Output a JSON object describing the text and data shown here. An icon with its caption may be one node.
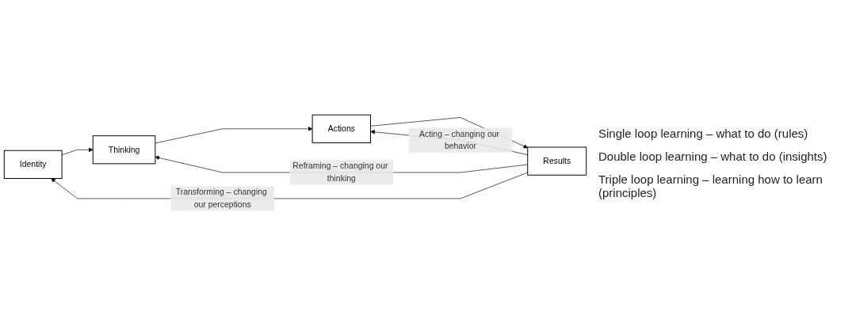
{
  "diagram": {
    "nodes": [
      {
        "text": [
          "Identity"
        ]
      },
      {
        "text": [
          "Thinking"
        ]
      },
      {
        "text": [
          "Actions"
        ]
      },
      {
        "text": [
          "Results"
        ]
      }
    ],
    "edges": [
      {
        "from": 0,
        "to": 1,
        "arrow": "to"
      },
      {
        "from": 1,
        "to": 2,
        "arrow": "to"
      },
      {
        "from": 2,
        "to": 3,
        "arrow": "to"
      },
      {
        "from": 3,
        "to": 2,
        "arrow": "to",
        "label": "Acting – changing our behavior"
      },
      {
        "from": 3,
        "to": 1,
        "arrow": "to",
        "label": "Reframing – changing our thinking"
      },
      {
        "from": 3,
        "to": 0,
        "arrow": "to",
        "label": "Transforming – changing our perceptions"
      }
    ],
    "labels": [
      "Single loop learning – what to do (rules)",
      "Double loop learning – what to do (insights)",
      "Triple loop learning – learning how to learn (principles)"
    ]
  }
}
